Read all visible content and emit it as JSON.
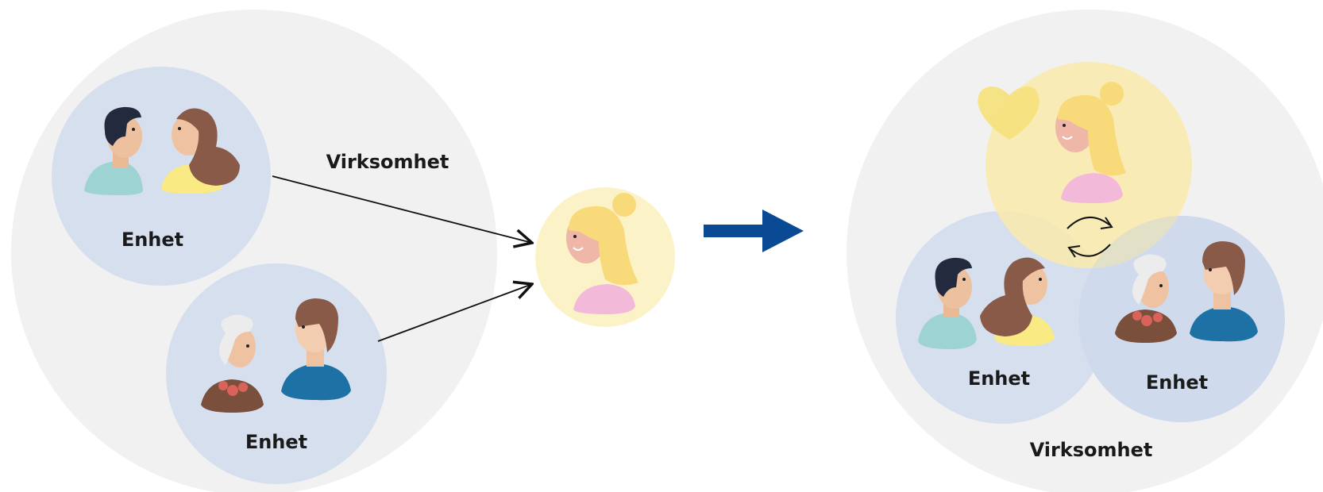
{
  "left": {
    "org_label": "Virksomhet",
    "unit_top_label": "Enhet",
    "unit_bottom_label": "Enhet"
  },
  "right": {
    "org_label": "Virksomhet",
    "unit_left_label": "Enhet",
    "unit_right_label": "Enhet"
  },
  "colors": {
    "org_bg": "#f1f1f1",
    "unit_bg": "#d6dfee",
    "coordinator_bg": "#fbf2c8",
    "arrow_blue": "#0a4a94",
    "heart": "#f5e17a"
  },
  "icons": [
    "person-icon",
    "heart-icon",
    "cycle-arrows-icon",
    "transition-arrow-icon"
  ]
}
